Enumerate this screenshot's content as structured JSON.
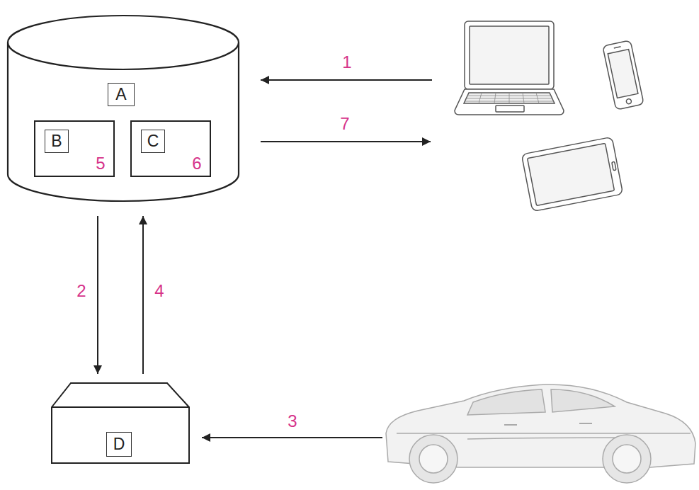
{
  "diagram": {
    "nodes": [
      {
        "text": [
          "A"
        ]
      },
      {
        "text": [
          "B",
          "5"
        ],
        "in": 0
      },
      {
        "text": [
          "C",
          "6"
        ],
        "in": 0
      },
      {
        "text": [
          "D"
        ]
      }
    ],
    "edges": [
      {
        "from": 0,
        "to": 3,
        "arrow": "to",
        "label": "2"
      },
      {
        "from": 3,
        "to": 0,
        "arrow": "to",
        "label": "4"
      }
    ],
    "labels": [
      "1",
      "7",
      "3"
    ]
  }
}
